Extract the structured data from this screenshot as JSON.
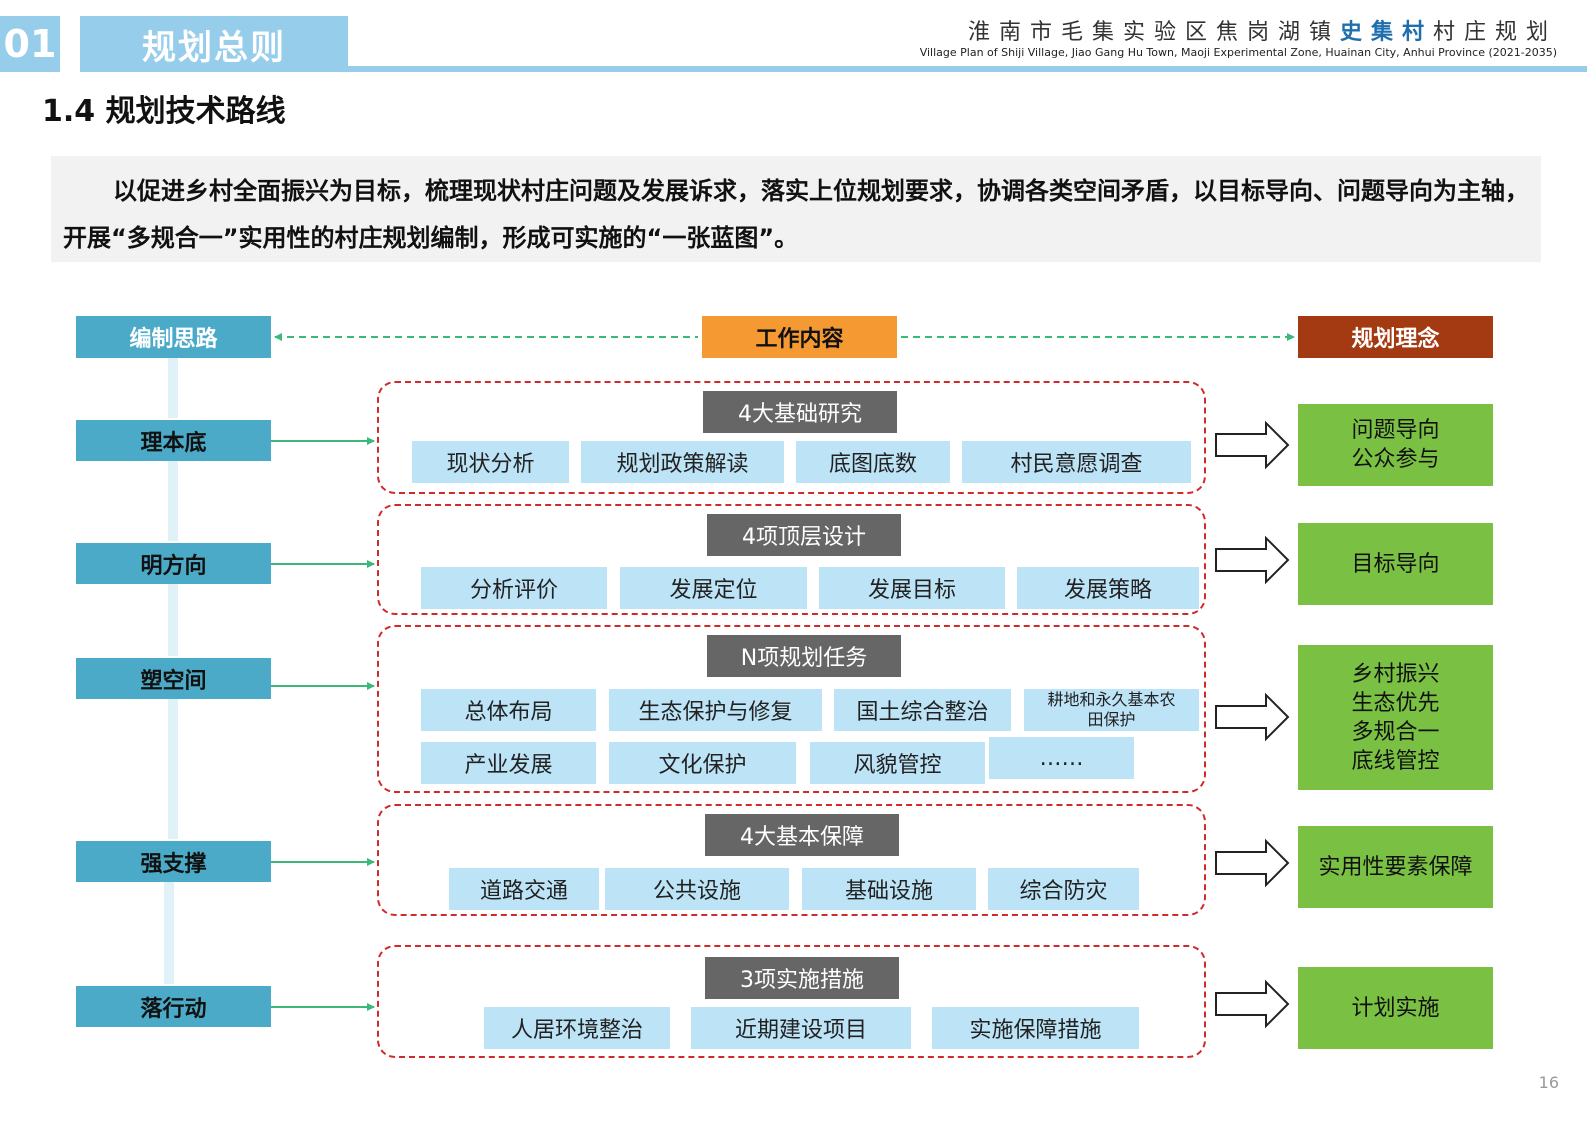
{
  "header": {
    "section_number": "01",
    "section_title": "规划总则",
    "project_title_pre": "淮南市毛集实验区焦岗湖镇",
    "project_title_highlight": "史集村",
    "project_title_post": "村庄规划",
    "project_title_en": "Village Plan of Shiji Village, Jiao Gang Hu Town, Maoji Experimental Zone, Huainan City, Anhui Province (2021-2035)",
    "subtitle": "1.4 规划技术路线"
  },
  "intro": "以促进乡村全面振兴为目标，梳理现状村庄问题及发展诉求，落实上位规划要求，协调各类空间矛盾，以目标导向、问题导向为主轴，开展“多规合一”实用性的村庄规划编制，形成可实施的“一张蓝图”。",
  "columns": {
    "left": "编制思路",
    "middle": "工作内容",
    "right": "规划理念"
  },
  "stages": [
    {
      "label": "理本底",
      "group_title": "4大基础研究",
      "items": [
        "现状分析",
        "规划政策解读",
        "底图底数",
        "村民意愿调查"
      ],
      "outcome": [
        "问题导向",
        "公众参与"
      ]
    },
    {
      "label": "明方向",
      "group_title": "4项顶层设计",
      "items": [
        "分析评价",
        "发展定位",
        "发展目标",
        "发展策略"
      ],
      "outcome": [
        "目标导向"
      ]
    },
    {
      "label": "塑空间",
      "group_title": "N项规划任务",
      "items": [
        "总体布局",
        "生态保护与修复",
        "国土综合整治",
        "耕地和永久基本农田保护",
        "产业发展",
        "文化保护",
        "风貌管控",
        "……"
      ],
      "outcome": [
        "乡村振兴",
        "生态优先",
        "多规合一",
        "底线管控"
      ]
    },
    {
      "label": "强支撑",
      "group_title": "4大基本保障",
      "items": [
        "道路交通",
        "公共设施",
        "基础设施",
        "综合防灾"
      ],
      "outcome": [
        "实用性要素保障"
      ]
    },
    {
      "label": "落行动",
      "group_title": "3项实施措施",
      "items": [
        "人居环境整治",
        "近期建设项目",
        "实施保障措施"
      ],
      "outcome": [
        "计划实施"
      ]
    }
  ],
  "page_number": "16",
  "colors": {
    "header_blue": "#96cdeb",
    "stage_blue": "#4aaac8",
    "work_orange": "#f59a33",
    "concept_red": "#a33a12",
    "outcome_green": "#7ac143",
    "item_blue": "#bde3f7",
    "group_gray": "#666666",
    "dash_red": "#d02a2a",
    "arrow_green": "#3cb878"
  }
}
